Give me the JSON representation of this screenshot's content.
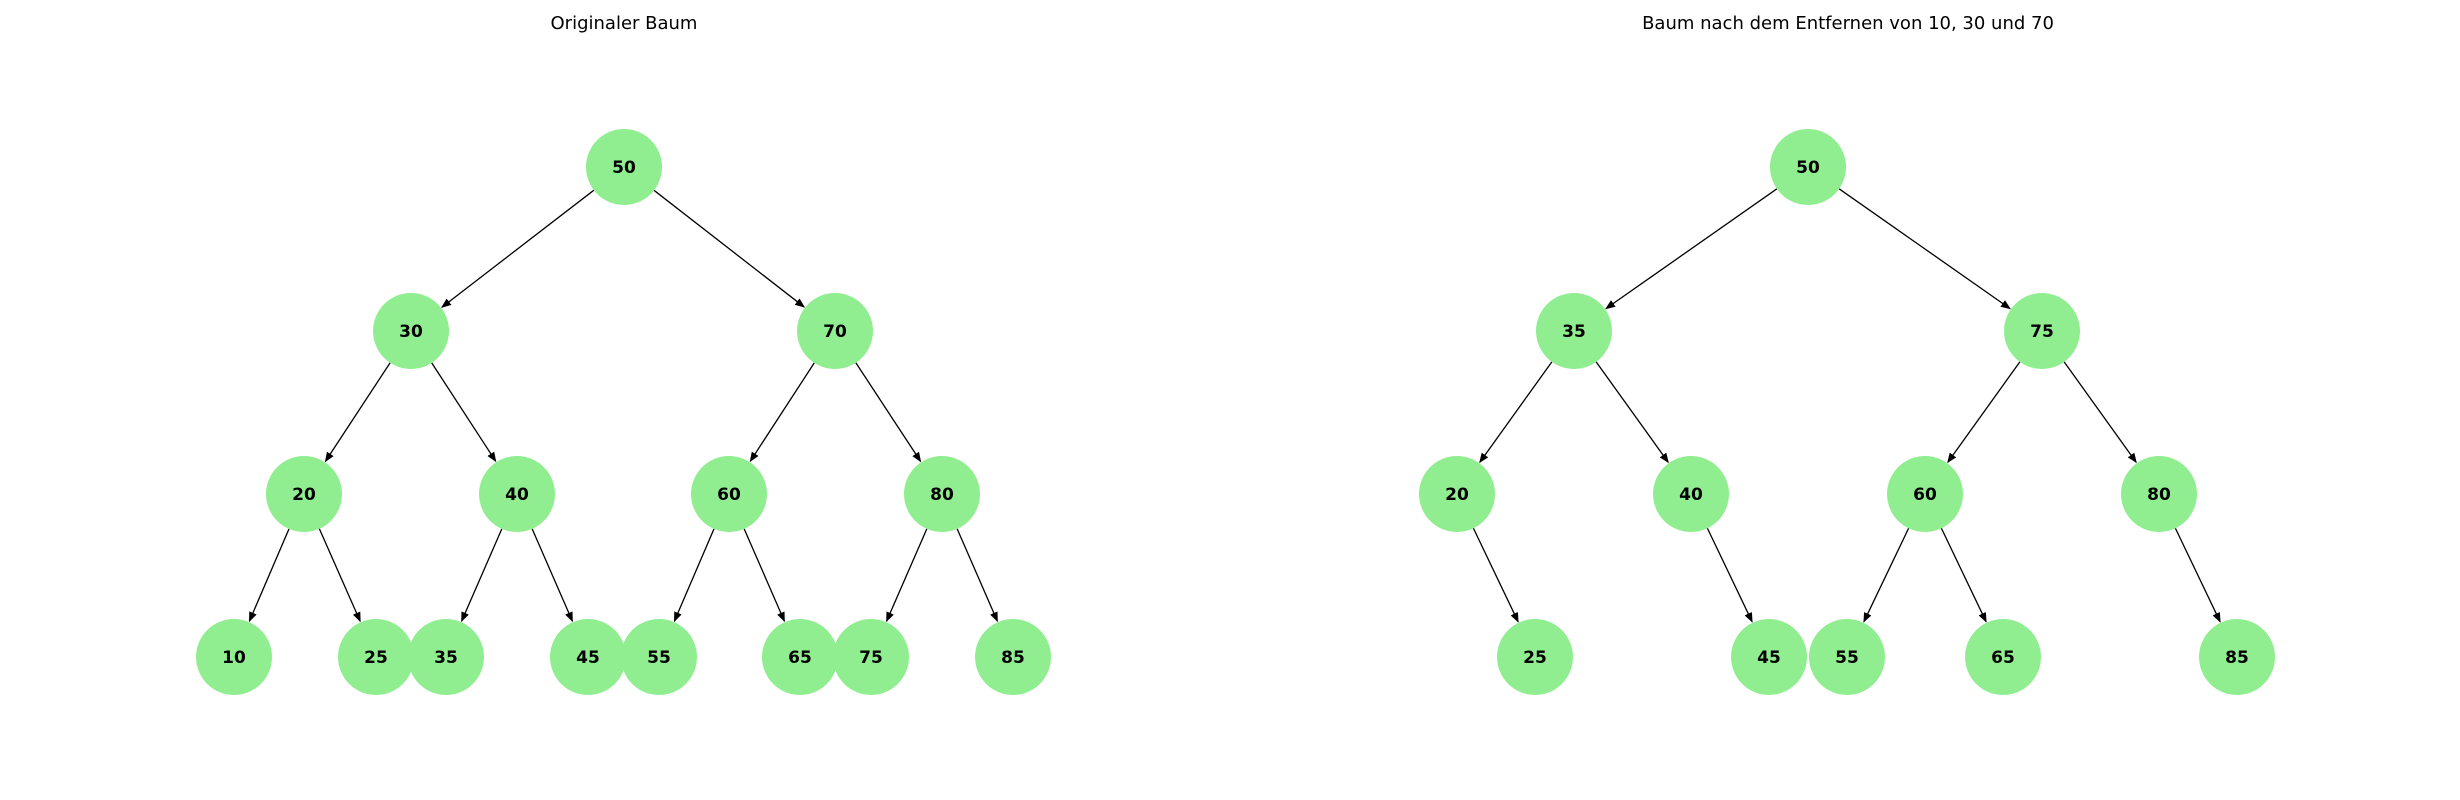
{
  "node_color": "#90ee90",
  "edge_color": "#000000",
  "trees": [
    {
      "title": "Originaler Baum",
      "nodes": [
        "50",
        "30",
        "70",
        "20",
        "40",
        "60",
        "80",
        "10",
        "25",
        "35",
        "45",
        "55",
        "65",
        "75",
        "85"
      ],
      "edges": [
        [
          "50",
          "30"
        ],
        [
          "50",
          "70"
        ],
        [
          "30",
          "20"
        ],
        [
          "30",
          "40"
        ],
        [
          "70",
          "60"
        ],
        [
          "70",
          "80"
        ],
        [
          "20",
          "10"
        ],
        [
          "20",
          "25"
        ],
        [
          "40",
          "35"
        ],
        [
          "40",
          "45"
        ],
        [
          "60",
          "55"
        ],
        [
          "60",
          "65"
        ],
        [
          "80",
          "75"
        ],
        [
          "80",
          "85"
        ]
      ]
    },
    {
      "title": "Baum nach dem Entfernen von 10, 30 und 70",
      "nodes": [
        "50",
        "35",
        "75",
        "20",
        "40",
        "60",
        "80",
        "25",
        "45",
        "55",
        "65",
        "85"
      ],
      "edges": [
        [
          "50",
          "35"
        ],
        [
          "50",
          "75"
        ],
        [
          "35",
          "20"
        ],
        [
          "35",
          "40"
        ],
        [
          "75",
          "60"
        ],
        [
          "75",
          "80"
        ],
        [
          "20",
          "25"
        ],
        [
          "40",
          "45"
        ],
        [
          "60",
          "55"
        ],
        [
          "60",
          "65"
        ],
        [
          "80",
          "85"
        ]
      ]
    }
  ]
}
